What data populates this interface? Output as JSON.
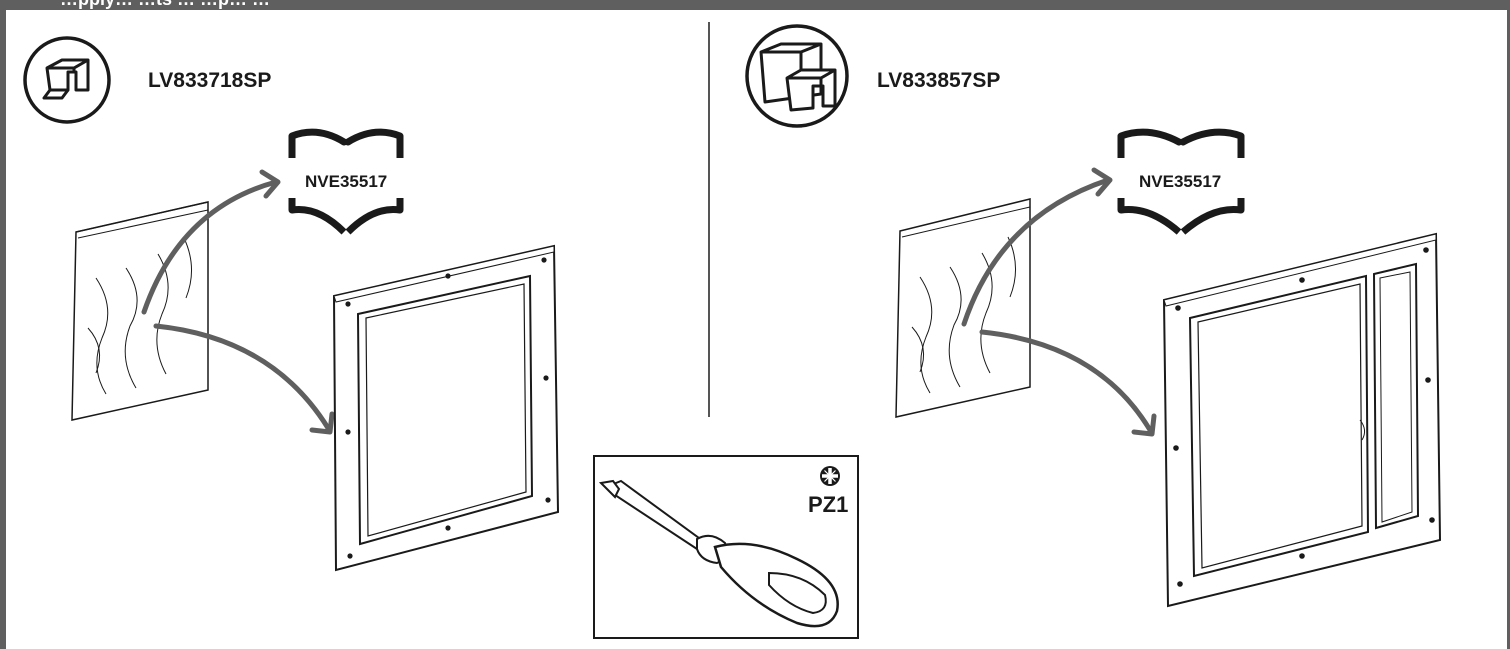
{
  "header": {
    "title": "…pply… …ts … …p… …"
  },
  "left_kit": {
    "reference": "LV833718SP",
    "manual_code": "NVE35517",
    "icon": "single-box-enclosure-icon"
  },
  "right_kit": {
    "reference": "LV833857SP",
    "manual_code": "NVE35517",
    "icon": "double-box-enclosure-icon"
  },
  "tool": {
    "label": "PZ1",
    "icon": "pozidriv-bit-icon",
    "type": "screwdriver-icon"
  },
  "colors": {
    "header": "#5f5f5f",
    "arrow": "#5f5f5f",
    "line": "#1a1a1a"
  }
}
